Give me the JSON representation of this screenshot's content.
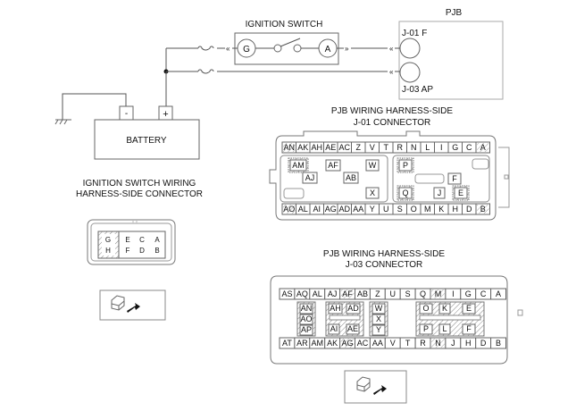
{
  "schematic": {
    "ignition_switch_title": "IGNITION SWITCH",
    "ignition_switch_terminals": [
      "G",
      "A"
    ],
    "pjb_title": "PJB",
    "pjb_terminals": [
      "J-01 F",
      "J-03 AP"
    ],
    "battery_label": "BATTERY",
    "battery_neg": "-",
    "battery_pos": "+"
  },
  "ignition_connector": {
    "title_line1": "IGNITION SWITCH WIRING",
    "title_line2": "HARNESS-SIDE CONNECTOR",
    "pins_top": [
      "G",
      "E",
      "C",
      "A"
    ],
    "pins_bottom": [
      "H",
      "F",
      "D",
      "B"
    ],
    "highlighted": [
      "G",
      "H"
    ]
  },
  "j01_connector": {
    "title_line1": "PJB WIRING HARNESS-SIDE",
    "title_line2": "J-01 CONNECTOR",
    "top_row": [
      "AN",
      "AK",
      "AH",
      "AE",
      "AC",
      "Z",
      "V",
      "T",
      "R",
      "N",
      "L",
      "I",
      "G",
      "C",
      "A"
    ],
    "bottom_row": [
      "AO",
      "AL",
      "AI",
      "AG",
      "AD",
      "AA",
      "Y",
      "U",
      "S",
      "O",
      "M",
      "K",
      "H",
      "D",
      "B"
    ],
    "middle_pins": [
      "AM",
      "AF",
      "W",
      "AJ",
      "AB",
      "X",
      "P",
      "F",
      "Q",
      "J",
      "E"
    ],
    "highlighted": [
      "AN",
      "AO",
      "AM",
      "P",
      "Q",
      "E",
      "A",
      "B"
    ]
  },
  "j03_connector": {
    "title_line1": "PJB WIRING HARNESS-SIDE",
    "title_line2": "J-03 CONNECTOR",
    "top_row": [
      "AS",
      "AQ",
      "AL",
      "AJ",
      "AF",
      "AB",
      "Z",
      "U",
      "S",
      "Q",
      "M",
      "I",
      "G",
      "C",
      "A"
    ],
    "bottom_row": [
      "AT",
      "AR",
      "AM",
      "AK",
      "AG",
      "AC",
      "AA",
      "V",
      "T",
      "R",
      "N",
      "J",
      "H",
      "D",
      "B"
    ],
    "middle_pins": [
      "AN",
      "AO",
      "AP",
      "AH",
      "AD",
      "AI",
      "AE",
      "W",
      "X",
      "Y",
      "O",
      "K",
      "E",
      "P",
      "L",
      "F"
    ],
    "highlighted": [
      "AF",
      "AG",
      "AN",
      "AO",
      "AP",
      "W",
      "X",
      "Y",
      "M",
      "N"
    ]
  }
}
